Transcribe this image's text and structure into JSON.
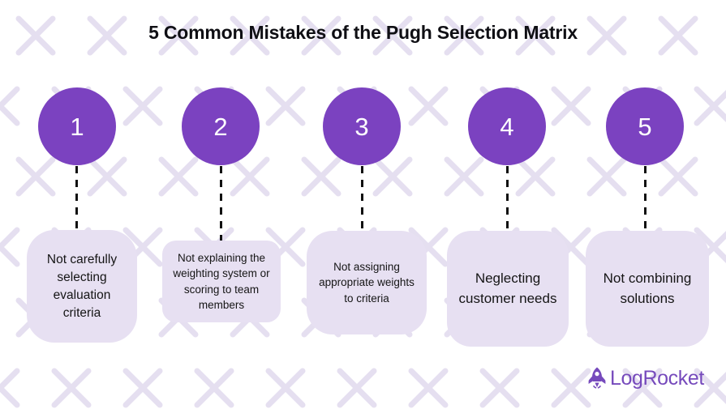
{
  "title": "5 Common Mistakes of the Pugh Selection Matrix",
  "colors": {
    "circle_purple": "#7b42c0",
    "card_lavender": "#e7e0f2",
    "pattern_lavender": "#e5dff0",
    "brand_purple": "#764abc",
    "title_black": "#0f0f14",
    "background": "#ffffff"
  },
  "steps": [
    {
      "number": "1",
      "text": "Not carefully selecting evaluation criteria"
    },
    {
      "number": "2",
      "text": "Not explaining the weighting system or scoring to team members"
    },
    {
      "number": "3",
      "text": "Not assigning appropriate weights to criteria"
    },
    {
      "number": "4",
      "text": "Neglecting customer needs"
    },
    {
      "number": "5",
      "text": "Not combining solutions"
    }
  ],
  "logo": {
    "text": "LogRocket",
    "icon": "rocket-icon"
  },
  "background": {
    "pattern": "x-marks-grid"
  }
}
